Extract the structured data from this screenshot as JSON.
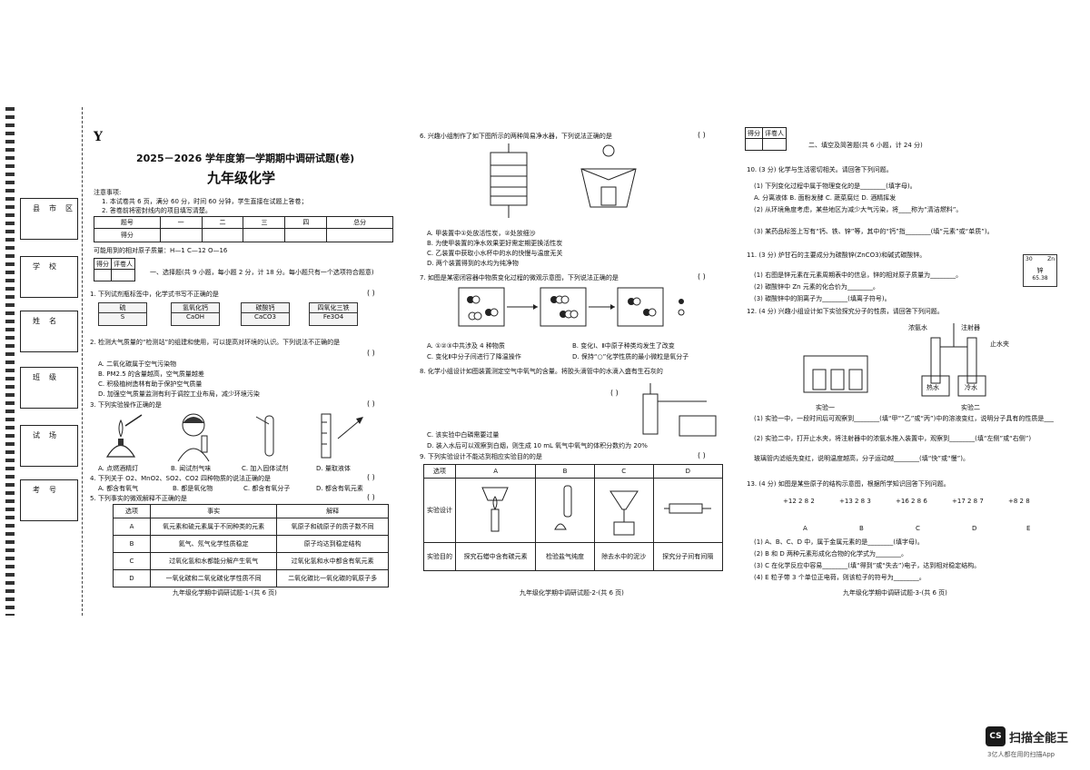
{
  "header": {
    "letter": "Y",
    "title": "2025－2026 学年度第一学期期中调研试题(卷)",
    "subject": "九年级化学"
  },
  "binding": {
    "fields": [
      "县市区",
      "学校",
      "姓名",
      "班级",
      "试场",
      "考号"
    ]
  },
  "notes": {
    "title": "注意事项:",
    "items": [
      "1. 本试卷共 6 页，满分 60 分，时间 60 分钟，学生直接在试题上答卷；",
      "2. 答卷前将密封线内的项目填写清楚。"
    ]
  },
  "score_table": {
    "headers": [
      "题号",
      "一",
      "二",
      "三",
      "四",
      "总分"
    ],
    "row_label": "得分"
  },
  "atomic_masses": "可能用到的相对原子质量：H—1    C—12    O—16",
  "section1": {
    "score_label": "得分",
    "grader_label": "评卷人",
    "heading": "一、选择题(共 9 小题，每小题 2 分，计 18 分。每小题只有一个选项符合题意)"
  },
  "questions_p1": [
    "1. 下列试剂瓶标签中，化学式书写不正确的是",
    "2. 检测大气质量的“检测站”的组建和使用，可以提高对环境的认识。下列说法不正确的是",
    "A. 二氧化碳属于空气污染物",
    "B. PM2.5 的含量越高，空气质量越差",
    "C. 积极植树造林有助于保护空气质量",
    "D. 加强空气质量监测有利于调控工业布局，减少环境污染",
    "3. 下列实验操作正确的是",
    "4. 下列关于 O2、MnO2、SO2、CO2 四种物质的说法正确的是",
    "5. 下列事实的微观解释不正确的是"
  ],
  "labels_q1": [
    {
      "name": "硫",
      "formula": "S"
    },
    {
      "name": "氢氧化钙",
      "formula": "CaOH"
    },
    {
      "name": "碳酸钙",
      "formula": "CaCO3"
    },
    {
      "name": "四氧化三铁",
      "formula": "Fe3O4"
    }
  ],
  "q3_options": [
    "A. 点燃酒精灯",
    "B. 闻试剂气味",
    "C. 加入固体试剂",
    "D. 量取液体"
  ],
  "q4_options": [
    "A. 都含有氧气",
    "B. 都是氧化物",
    "C. 都含有氧分子",
    "D. 都含有氧元素"
  ],
  "q5_table": {
    "headers": [
      "选项",
      "事实",
      "解释"
    ],
    "rows": [
      [
        "A",
        "氧元素和硫元素属于不同种类的元素",
        "氧原子和硫原子的质子数不同"
      ],
      [
        "B",
        "氦气、氖气化学性质稳定",
        "原子均达到稳定结构"
      ],
      [
        "C",
        "过氧化氢和水都能分解产生氧气",
        "过氧化氢和水中都含有氧元素"
      ],
      [
        "D",
        "一氧化碳和二氧化碳化学性质不同",
        "二氧化碳比一氧化碳的氧原子多"
      ]
    ]
  },
  "questions_p2": [
    "6. 兴趣小组制作了如下图所示的两种简易净水器，下列说法正确的是",
    "A. 甲装置中①处放活性炭，②处放细沙",
    "B. 为使甲装置的净水效果更好需定期更换活性炭",
    "C. 乙装置中获取小水杯中的水的快慢与温度无关",
    "D. 两个装置得到的水均为纯净物",
    "7. 如图是某密闭容器中物质变化过程的微观示意图，下列说法正确的是",
    "8. 化学小组设计如图装置测定空气中氧气的含量。将胶头滴管中的水滴入盛有生石灰的",
    "C. 该实验中白磷需要过量",
    "D. 装入水后可以观察到白烟，则生成 10 mL 氧气中氧气的体积分数约为 20%",
    "9. 下列实验设计不能达到相应实验目的的是"
  ],
  "q7_options": [
    "A. ①②③中共涉及 4 种物质",
    "B. 变化Ⅰ、Ⅱ中原子种类均发生了改变",
    "C. 变化Ⅱ中分子间进行了降温操作",
    "D. 保持“○”化学性质的最小微粒是氧分子"
  ],
  "q9_table": {
    "headers": [
      "选项",
      "A",
      "B",
      "C",
      "D"
    ],
    "row1_label": "实验设计",
    "row2_label": "实验目的",
    "purposes": [
      "探究石蜡中含有碳元素",
      "检验盐气纯度",
      "除去水中的泥沙",
      "探究分子间有间隔"
    ]
  },
  "section2": {
    "score_label": "得分",
    "grader_label": "评卷人",
    "heading": "二、填空及简答题(共 6 小题，计 24 分)"
  },
  "questions_p3": [
    "10. (3 分) 化学与生活密切相关。请回答下列问题。",
    "(1) 下列变化过程中属于物理变化的是________(填字母)。",
    "A. 分离液体        B. 面粉发酵        C. 蔬菜腐烂        D. 酒精挥发",
    "(2) 从环境角度考虑，某些地区为减少大气污染，将____称为“清洁燃料”。",
    "(3) 某药品标签上写有“钙、铁、锌”等，其中的“钙”指________(填“元素”或“单质”)。",
    "11. (3 分) 炉甘石的主要成分为碳酸锌(ZnCO3)和碱式碳酸锌。",
    "(1) 右图是锌元素在元素周期表中的信息，锌的相对原子质量为________。",
    "(2) 碳酸锌中 Zn 元素的化合价为________。",
    "(3) 碳酸锌中的阴离子为________(填离子符号)。",
    "12. (4 分) 兴趣小组设计如下实验探究分子的性质，请回答下列问题。",
    "(1) 实验一中，一段时间后可观察到________(填“甲”“乙”或“丙”)中的溶液变红，说明分子具有的性质是________。",
    "(2) 实验二中，打开止水夹，将注射器中的浓氨水推入装置中，观察到________(填“左侧”或“右侧”)",
    "玻璃管内滤纸先变红，说明温度越高，分子运动越________(填“快”或“慢”)。",
    "13. (4 分) 如图是某些原子的结构示意图，根据所学知识回答下列问题。",
    "(1) A、B、C、D 中，属于金属元素的是________(填字母)。",
    "(2) B 和 D 两种元素形成化合物的化学式为________。",
    "(3) C 在化学反应中容易________(填“得到”或“失去”)电子，达到相对稳定结构。",
    "(4) E 粒子带 3 个单位正电荷，则该粒子的符号为________。"
  ],
  "element_card": {
    "number": "30",
    "symbol": "Zn",
    "name": "锌",
    "mass": "65.38"
  },
  "atom_shells": [
    "+12 2 8 2",
    "+13 2 8 3",
    "+16 2 8 6",
    "+17 2 8 7",
    "+8 2 8"
  ],
  "atom_letters": [
    "A",
    "B",
    "C",
    "D",
    "E"
  ],
  "exp_labels": [
    "实验一",
    "实验二",
    "浓氨水",
    "注射器",
    "止水夹",
    "热水",
    "冷水"
  ],
  "footers": [
    "九年级化学期中调研试题-1-(共 6 页)",
    "九年级化学期中调研试题-2-(共 6 页)",
    "九年级化学期中调研试题-3-(共 6 页)"
  ],
  "bracket": "(     )",
  "logo": {
    "badge": "CS",
    "name": "扫描全能王",
    "tagline": "3亿人都在用的扫描App"
  }
}
